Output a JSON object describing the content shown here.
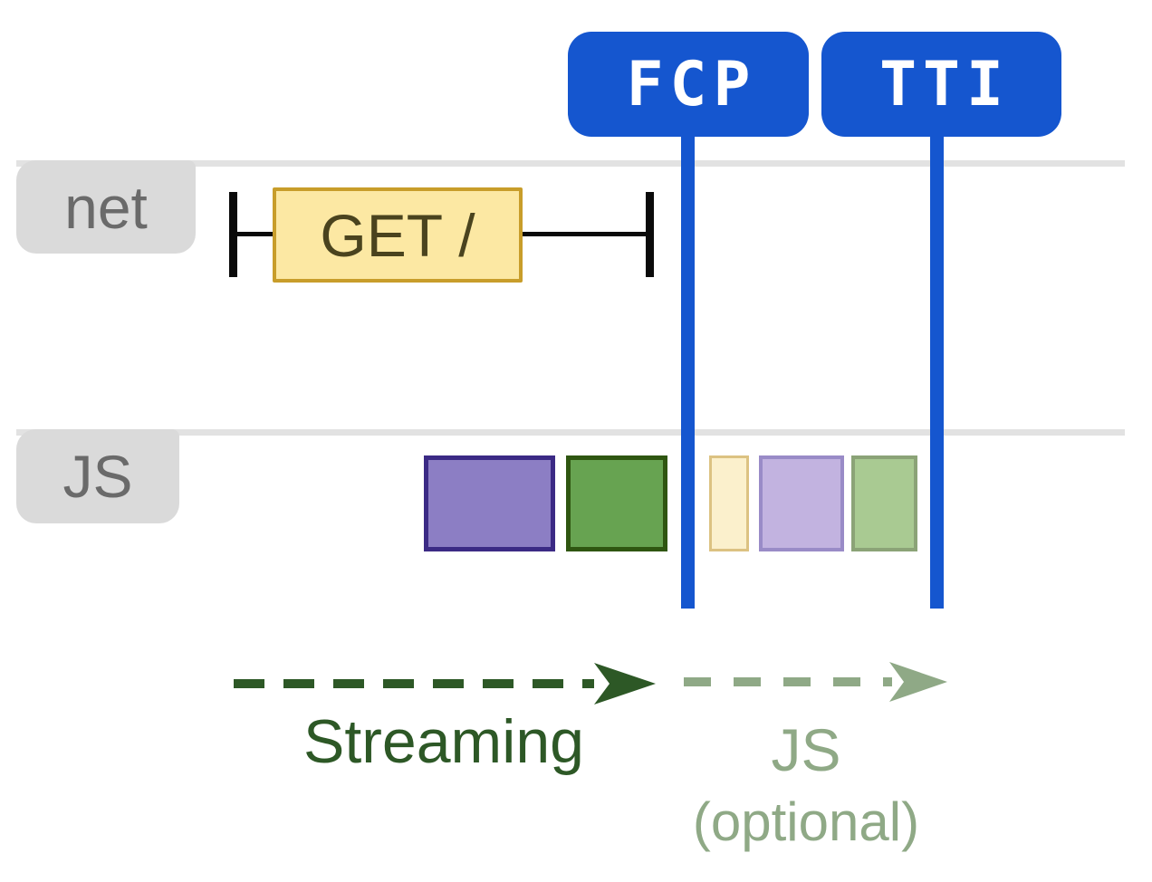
{
  "badges": {
    "fcp": "FCP",
    "tti": "TTI"
  },
  "lanes": {
    "net": "net",
    "js": "JS"
  },
  "network": {
    "request_label": "GET /"
  },
  "js_tasks": [
    {
      "name": "js-task-purple",
      "fill": "#8c7ec4",
      "border": "#3b2a85",
      "faded": false
    },
    {
      "name": "js-task-green",
      "fill": "#67a351",
      "border": "#2f5611",
      "faded": false
    },
    {
      "name": "js-task-yellow-faded",
      "fill": "#fbf0cc",
      "border": "#dcc282",
      "faded": true
    },
    {
      "name": "js-task-purple-faded",
      "fill": "#c2b3e0",
      "border": "#998bc7",
      "faded": true
    },
    {
      "name": "js-task-green-faded",
      "fill": "#a9ca92",
      "border": "#8ba377",
      "faded": true
    }
  ],
  "annotations": {
    "streaming": "Streaming",
    "js_line1": "JS",
    "js_line2": "(optional)"
  },
  "colors": {
    "accent_blue": "#1556cf",
    "lane_line": "#e2e2e2",
    "tab_bg": "#dadada",
    "tab_text": "#6a6a6a",
    "request_fill": "#fce8a3",
    "request_border": "#c89d2a",
    "request_text": "#4a431e",
    "marker_black": "#0a0a0a",
    "streaming_green": "#2d5826",
    "optional_green": "#8fa986"
  }
}
